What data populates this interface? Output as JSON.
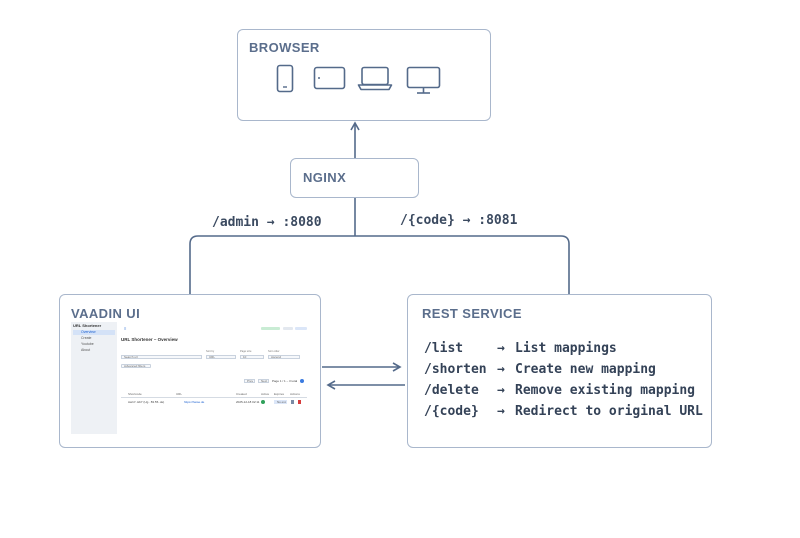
{
  "browser": {
    "title": "BROWSER",
    "icons": [
      "phone-icon",
      "tablet-icon",
      "laptop-icon",
      "monitor-icon"
    ]
  },
  "nginx": {
    "title": "NGINX"
  },
  "routes": {
    "admin": "/admin → :8080",
    "code": "/{code} → :8081"
  },
  "vaadin": {
    "title": "VAADIN UI",
    "screenshot": {
      "app_title": "URL Shortener",
      "nav": [
        "Overview",
        "Create",
        "Youtube",
        "About"
      ],
      "heading": "URL Shortener – Overview",
      "search_placeholder": "Search url",
      "filter_labels": [
        "Sort by",
        "Page size",
        "Sort order"
      ],
      "filter_values": [
        "URL",
        "10",
        "Ascend"
      ],
      "advanced_filters": "Advanced filters",
      "pagination": [
        "Prev",
        "Next",
        "Page 1 / 1 – 3 total"
      ],
      "columns": [
        "Shortcode",
        "URL",
        "Created",
        "Active",
        "Expires",
        "Actions"
      ],
      "row": [
        "Aw1Y..Hb7 (Ug.. 83.55..de)",
        "https://heise.de",
        "2025-12-18 02:11",
        "",
        "No expiry",
        ""
      ]
    }
  },
  "rest": {
    "title": "REST SERVICE",
    "endpoints": [
      {
        "path": "/list",
        "desc": "List mappings"
      },
      {
        "path": "/shorten",
        "desc": "Create new mapping"
      },
      {
        "path": "/delete",
        "desc": "Remove existing mapping"
      },
      {
        "path": "/{code}",
        "desc": "Redirect to original URL"
      }
    ],
    "arrow": "→"
  },
  "colors": {
    "line": "#546a8a",
    "border": "#a9b7cc",
    "title": "#5b6e8c"
  }
}
